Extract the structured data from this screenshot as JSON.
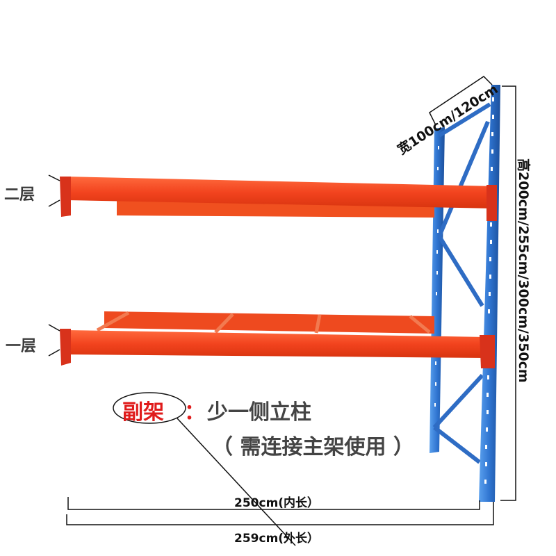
{
  "diagram": {
    "type": "pallet-rack-dimension-diagram",
    "colors": {
      "beam": "#f2431e",
      "beam_dark": "#c9300f",
      "upright": "#2f74d0",
      "upright_dark": "#1b4f9b",
      "bracket": "#d8321b",
      "text_dark": "#3a3a3a",
      "highlight_red": "#e01b1b"
    },
    "layers": [
      {
        "id": "layer-2",
        "label": "二层"
      },
      {
        "id": "layer-1",
        "label": "一层"
      }
    ],
    "dimensions": {
      "width": "宽100cm/120cm",
      "height": "高200cm/255cm/300cm/350cm",
      "inner_length": "250cm(内长）",
      "outer_length": "259cm(外长）"
    },
    "note": {
      "title": "副架",
      "separator": "：",
      "line1": "少一侧立柱",
      "line2": "（ 需连接主架使用 ）"
    }
  }
}
